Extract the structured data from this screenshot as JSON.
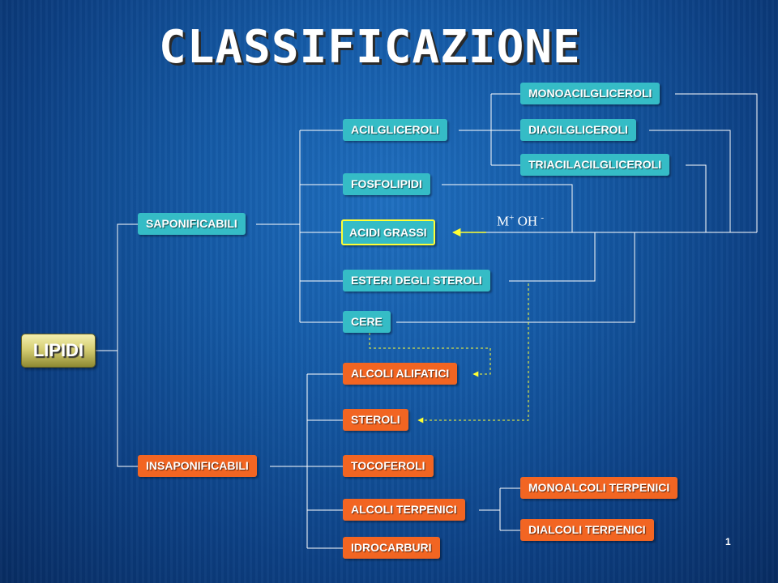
{
  "slide": {
    "title": "CLASSIFICAZIONE",
    "page_number": "1"
  },
  "colors": {
    "saponificabili_boxes": "#35bcc6",
    "insaponificabili_boxes": "#f26522",
    "highlight_border": "#ffff33",
    "connector_lines": "#ffffff",
    "dashed_arrows": "#ffff33"
  },
  "nodes": {
    "lipidi": "LIPIDI",
    "saponificabili": "SAPONIFICABILI",
    "insaponificabili": "INSAPONIFICABILI",
    "acilgliceroli": "ACILGLICEROLI",
    "monoacilgliceroli": "MONOACILGLICEROLI",
    "diacilgliceroli": "DIACILGLICEROLI",
    "triacilacilgliceroli": "TRIACILACILGLICEROLI",
    "fosfolipidi": "FOSFOLIPIDI",
    "acidi_grassi": "ACIDI GRASSI",
    "esteri_degli_steroli": "ESTERI DEGLI STEROLI",
    "cere": "CERE",
    "alcoli_alifatici": "ALCOLI ALIFATICI",
    "steroli": "STEROLI",
    "tocoferoli": "TOCOFEROLI",
    "alcoli_terpenici": "ALCOLI TERPENICI",
    "monoalcoli_terpenici": "MONOALCOLI TERPENICI",
    "dialcoli_terpenici": "DIALCOLI TERPENICI",
    "idrocarburi": "IDROCARBURI"
  },
  "reagent": {
    "metal": "M",
    "metal_charge": "+",
    "hydroxide": "OH",
    "hydroxide_charge": "-"
  }
}
